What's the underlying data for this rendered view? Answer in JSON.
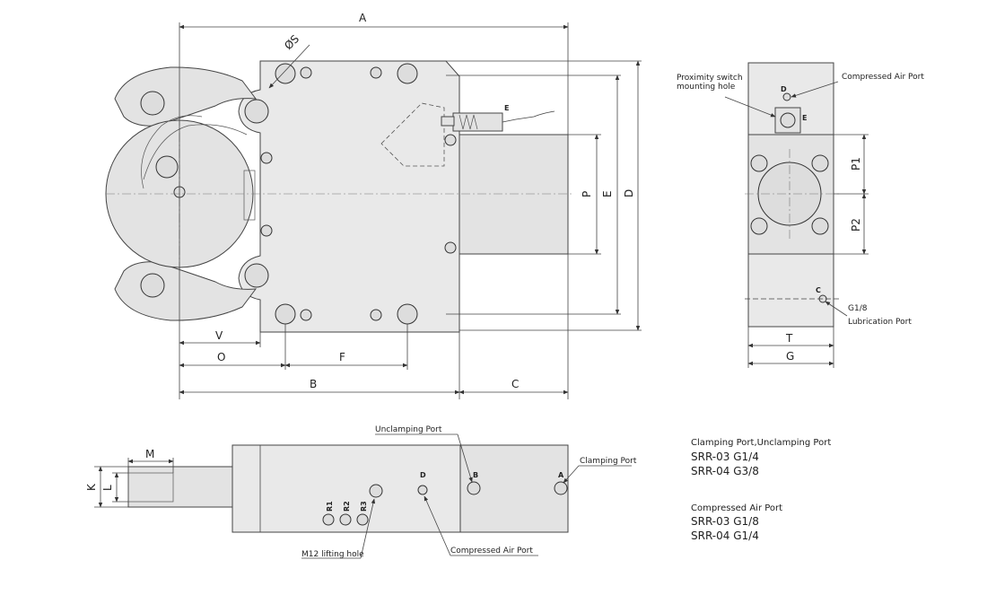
{
  "dimensions": {
    "A": "A",
    "S": "ØS",
    "P": "P",
    "E": "E",
    "D": "D",
    "V": "V",
    "O": "O",
    "F": "F",
    "B": "B",
    "C": "C",
    "P1": "P1",
    "P2": "P2",
    "T": "T",
    "G": "G",
    "M": "M",
    "K": "K",
    "L": "L"
  },
  "port_letters": {
    "E": "E",
    "D": "D",
    "C": "C",
    "A": "A",
    "B": "B",
    "R1": "R1",
    "R2": "R2",
    "R3": "R3"
  },
  "labels": {
    "proximity_line1": "Proximity switch",
    "proximity_line2": "mounting hole",
    "compressed_air_port": "Compressed Air Port",
    "g18": "G1/8",
    "lubrication_port": "Lubrication Port",
    "unclamping_port": "Unclamping Port",
    "clamping_port": "Clamping Port",
    "m12_lifting_hole": "M12 lifting hole",
    "compressed_air_port_bottom": "Compressed Air Port"
  },
  "specs": {
    "clamping_heading": "Clamping Port,Unclamping Port",
    "clamping_rows": [
      "SRR-03  G1/4",
      "SRR-04  G3/8"
    ],
    "air_heading": "Compressed Air Port",
    "air_rows": [
      "SRR-03  G1/8",
      "SRR-04  G1/4"
    ]
  }
}
